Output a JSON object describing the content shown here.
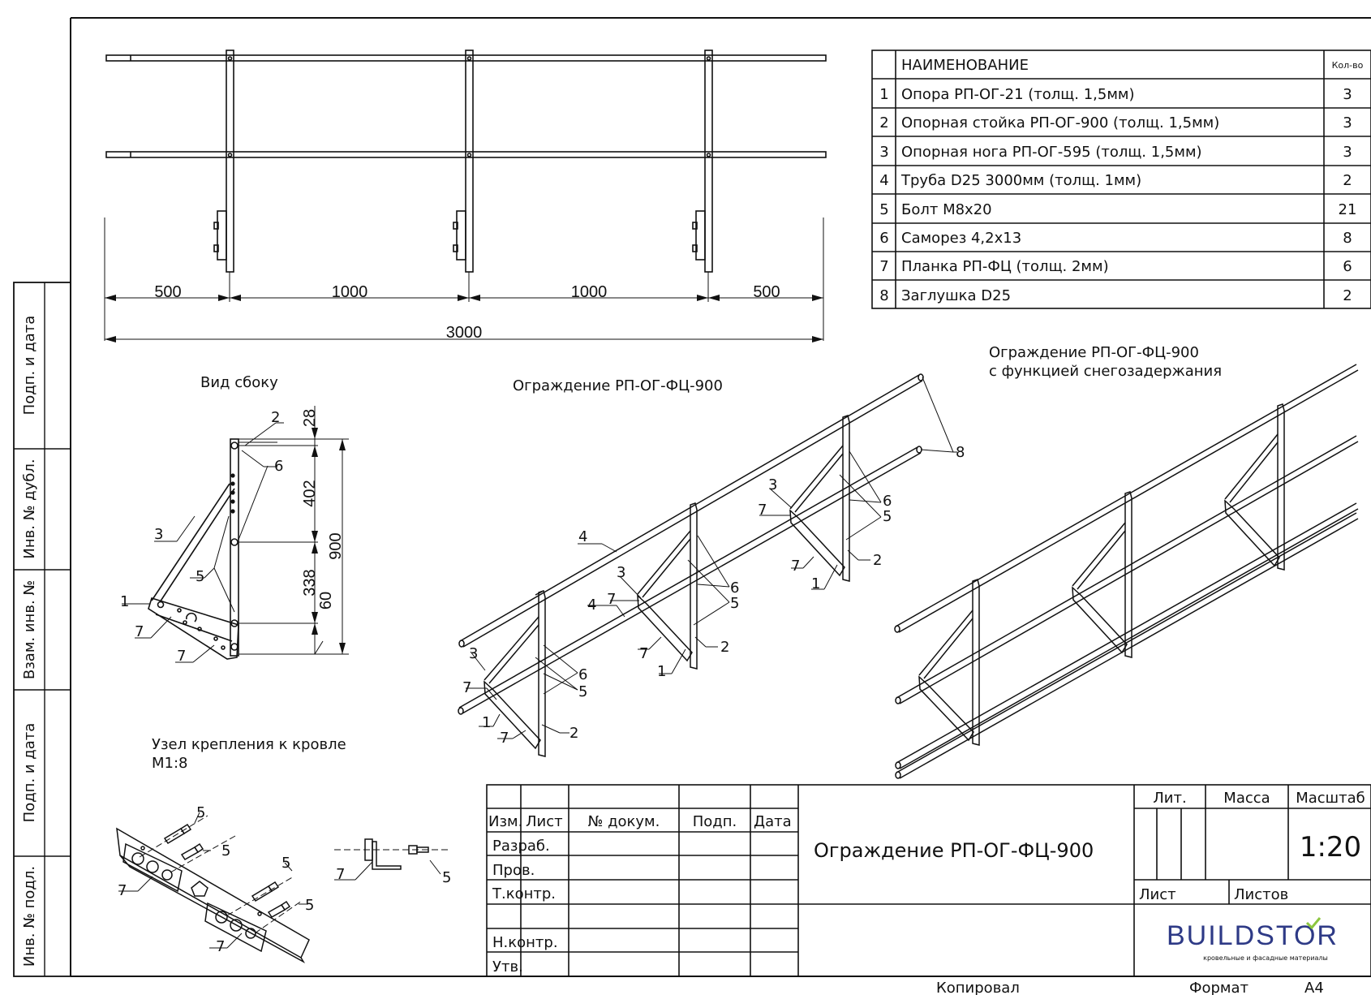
{
  "side_stamp": {
    "cells": [
      "Подп. и дата",
      "Инв. № дубл.",
      "Взам. инв. №",
      "Подп. и дата",
      "Инв. № подл."
    ]
  },
  "front_view": {
    "dims": [
      "500",
      "1000",
      "1000",
      "500"
    ],
    "total": "3000"
  },
  "parts_table": {
    "header_name": "НАИМЕНОВАНИЕ",
    "header_qty": "Кол-во",
    "rows": [
      {
        "n": "1",
        "name": "Опора РП-ОГ-21 (толщ. 1,5мм)",
        "qty": "3"
      },
      {
        "n": "2",
        "name": "Опорная стойка РП-ОГ-900 (толщ. 1,5мм)",
        "qty": "3"
      },
      {
        "n": "3",
        "name": "Опорная нога РП-ОГ-595 (толщ. 1,5мм)",
        "qty": "3"
      },
      {
        "n": "4",
        "name": "Труба D25 3000мм (толщ. 1мм)",
        "qty": "2"
      },
      {
        "n": "5",
        "name": "Болт М8х20",
        "qty": "21"
      },
      {
        "n": "6",
        "name": "Саморез 4,2х13",
        "qty": "8"
      },
      {
        "n": "7",
        "name": "Планка РП-ФЦ (толщ. 2мм)",
        "qty": "6"
      },
      {
        "n": "8",
        "name": "Заглушка D25",
        "qty": "2"
      }
    ]
  },
  "side_view": {
    "title": "Вид сбоку",
    "dims": [
      "28",
      "402",
      "338",
      "60"
    ],
    "height": "900"
  },
  "iso_view": {
    "title": "Ограждение РП-ОГ-ФЦ-900"
  },
  "snow_view": {
    "title_line1": "Ограждение РП-ОГ-ФЦ-900",
    "title_line2": "с функцией снегозадержания"
  },
  "mount_view": {
    "title_line1": "Узел крепления к кровле",
    "title_line2": "М1:8"
  },
  "callouts": [
    "1",
    "2",
    "3",
    "4",
    "5",
    "6",
    "7",
    "8"
  ],
  "title_block": {
    "col_headers": [
      "Изм.",
      "Лист",
      "№ докум.",
      "Подп.",
      "Дата"
    ],
    "rows": [
      "Разраб.",
      "Пров.",
      "Т.контр.",
      "",
      "Н.контр.",
      "Утв."
    ],
    "drawing_title": "Ограждение РП-ОГ-ФЦ-900",
    "lit": "Лит.",
    "mass": "Масса",
    "scale_label": "Масштаб",
    "scale": "1:20",
    "sheet": "Лист",
    "sheets": "Листов",
    "logo": "BUILDSTOR",
    "logo_sub": "кровельные и фасадные материалы",
    "copied": "Копировал",
    "format_label": "Формат",
    "format": "А4"
  },
  "colors": {
    "line": "#111111",
    "logo": "#2e3a86",
    "logo_accent": "#8cc63f"
  }
}
